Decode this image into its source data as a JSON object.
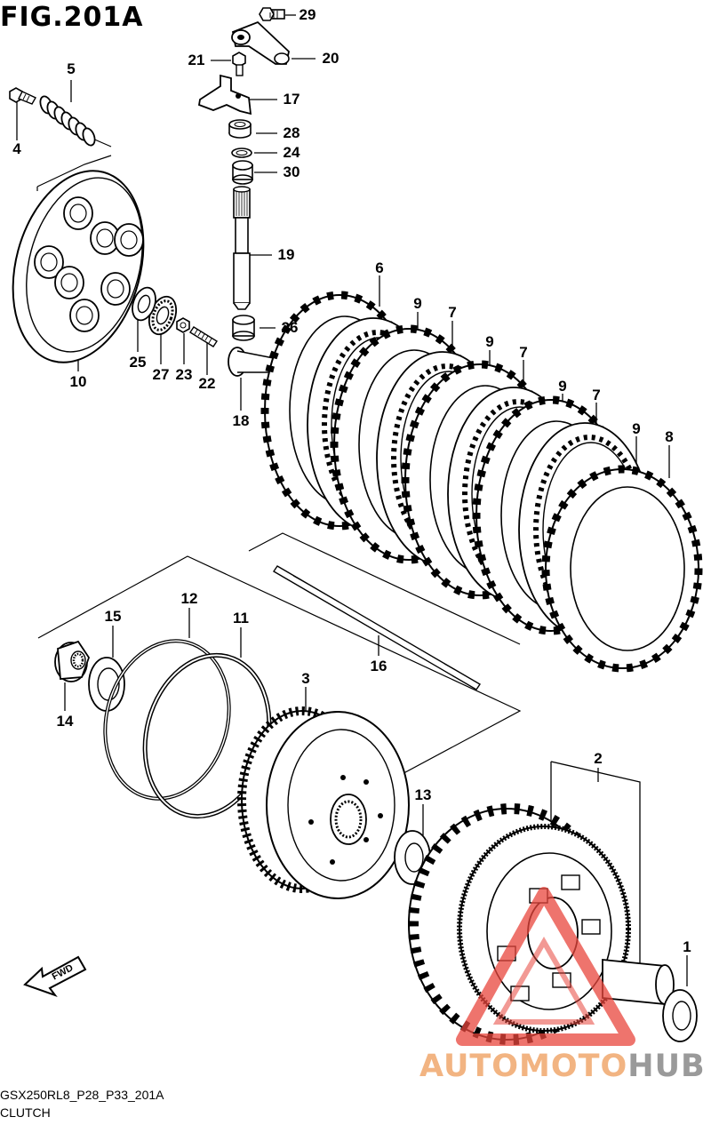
{
  "figure": {
    "title": "FIG.201A"
  },
  "footer": {
    "model_code": "GSX250RL8_P28_P33_201A",
    "section": "CLUTCH"
  },
  "direction_badge": {
    "label": "FWD"
  },
  "watermark": {
    "part_a": "AUTOMOTO",
    "part_b": "HUB",
    "color_a": "#f2b482",
    "color_b": "#9a9a9a",
    "triangle_color": "#e8453c"
  },
  "callouts": [
    {
      "id": "1",
      "label": "1"
    },
    {
      "id": "2",
      "label": "2"
    },
    {
      "id": "3",
      "label": "3"
    },
    {
      "id": "4",
      "label": "4"
    },
    {
      "id": "5",
      "label": "5"
    },
    {
      "id": "6",
      "label": "6"
    },
    {
      "id": "7a",
      "label": "7"
    },
    {
      "id": "7b",
      "label": "7"
    },
    {
      "id": "7c",
      "label": "7"
    },
    {
      "id": "8",
      "label": "8"
    },
    {
      "id": "9a",
      "label": "9"
    },
    {
      "id": "9b",
      "label": "9"
    },
    {
      "id": "9c",
      "label": "9"
    },
    {
      "id": "9d",
      "label": "9"
    },
    {
      "id": "10",
      "label": "10"
    },
    {
      "id": "11",
      "label": "11"
    },
    {
      "id": "12",
      "label": "12"
    },
    {
      "id": "13",
      "label": "13"
    },
    {
      "id": "14",
      "label": "14"
    },
    {
      "id": "15",
      "label": "15"
    },
    {
      "id": "16",
      "label": "16"
    },
    {
      "id": "17",
      "label": "17"
    },
    {
      "id": "18",
      "label": "18"
    },
    {
      "id": "19",
      "label": "19"
    },
    {
      "id": "20",
      "label": "20"
    },
    {
      "id": "21",
      "label": "21"
    },
    {
      "id": "22",
      "label": "22"
    },
    {
      "id": "23",
      "label": "23"
    },
    {
      "id": "24",
      "label": "24"
    },
    {
      "id": "25",
      "label": "25"
    },
    {
      "id": "26",
      "label": "26"
    },
    {
      "id": "27",
      "label": "27"
    },
    {
      "id": "28",
      "label": "28"
    },
    {
      "id": "29",
      "label": "29"
    },
    {
      "id": "30",
      "label": "30"
    }
  ]
}
